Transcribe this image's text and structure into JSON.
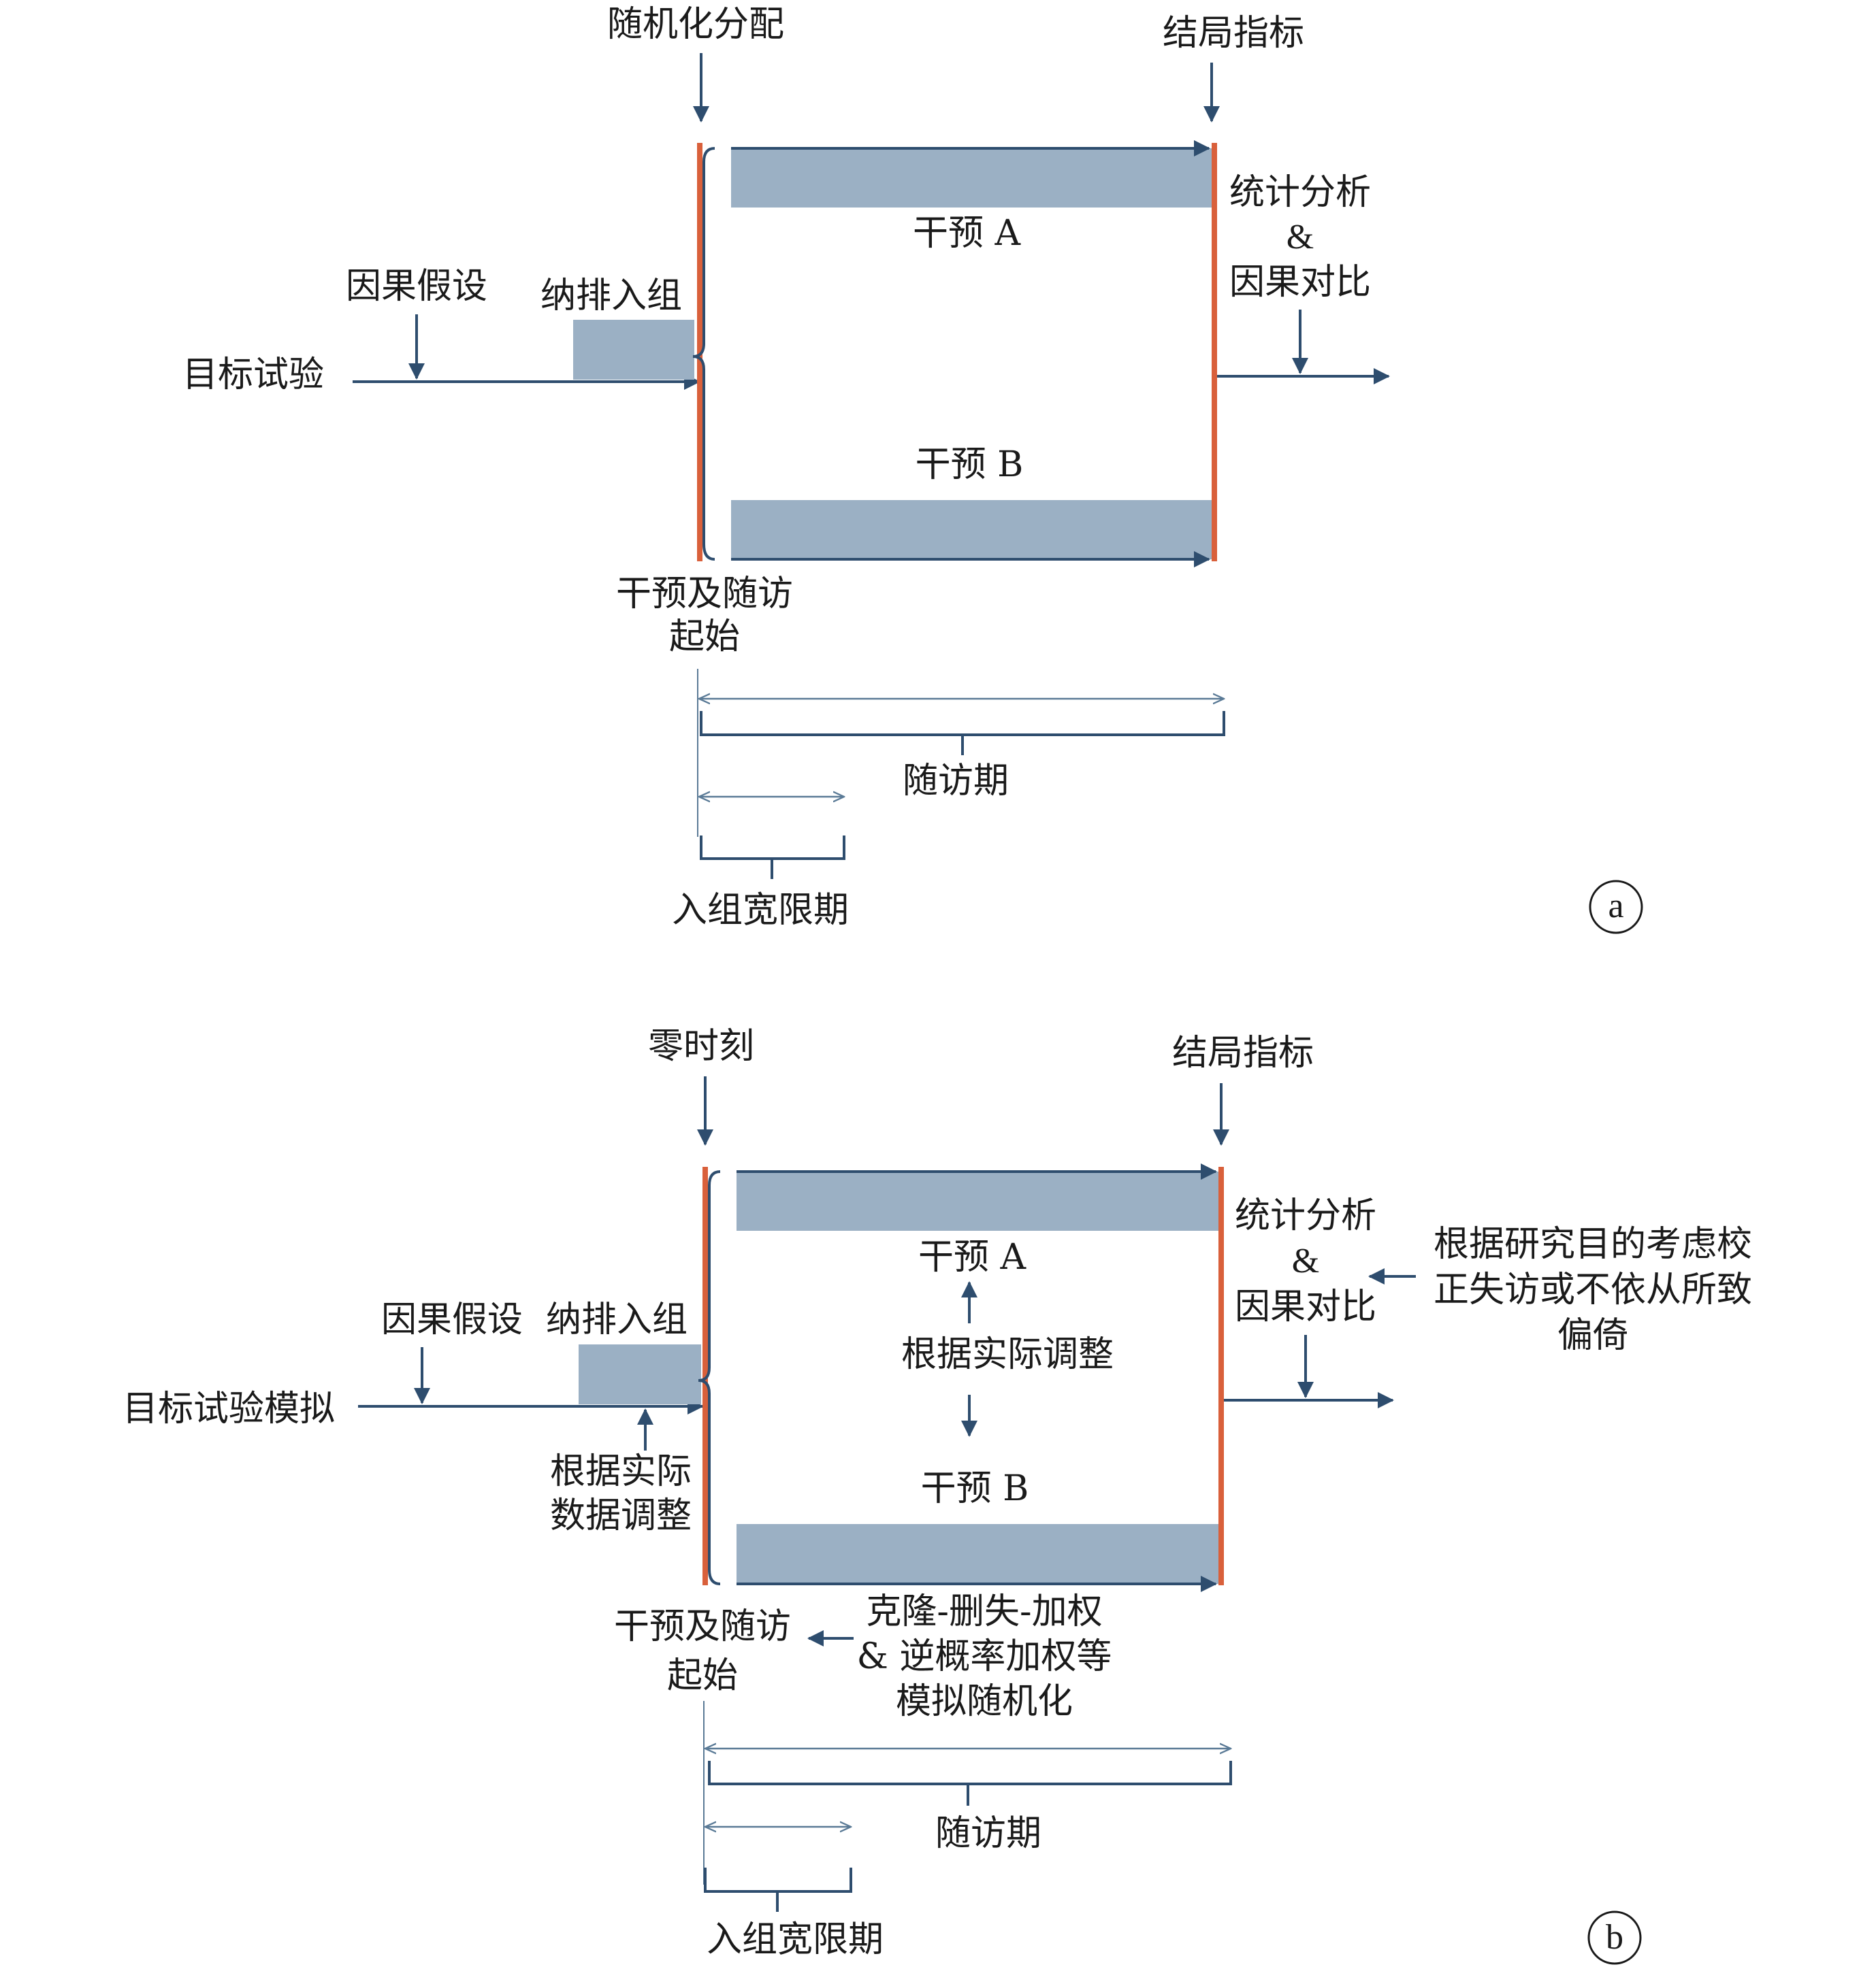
{
  "panel_a": {
    "randomization": "随机化分配",
    "outcome": "结局指标",
    "stats": [
      "统计分析",
      "&",
      "因果对比"
    ],
    "causal_hypothesis": "因果假设",
    "eligibility": "纳排入组",
    "target_trial": "目标试验",
    "arm_a": "干预 A",
    "arm_b": "干预 B",
    "start": [
      "干预及随访",
      "起始"
    ],
    "followup": "随访期",
    "grace": "入组宽限期",
    "badge": "a"
  },
  "panel_b": {
    "time_zero": "零时刻",
    "outcome": "结局指标",
    "stats": [
      "统计分析",
      "&",
      "因果对比"
    ],
    "bias_note": [
      "根据研究目的考虑校",
      "正失访或不依从所致",
      "偏倚"
    ],
    "causal_hypothesis": "因果假设",
    "eligibility": "纳排入组",
    "emulation": "目标试验模拟",
    "adjust_data": [
      "根据实际",
      "数据调整"
    ],
    "arm_a": "干预 A",
    "adjust_actual": "根据实际调整",
    "arm_b": "干预 B",
    "start": [
      "干预及随访",
      "起始"
    ],
    "methods": [
      "克隆-删失-加权",
      "& 逆概率加权等",
      "模拟随机化"
    ],
    "followup": "随访期",
    "grace": "入组宽限期",
    "badge": "b"
  }
}
